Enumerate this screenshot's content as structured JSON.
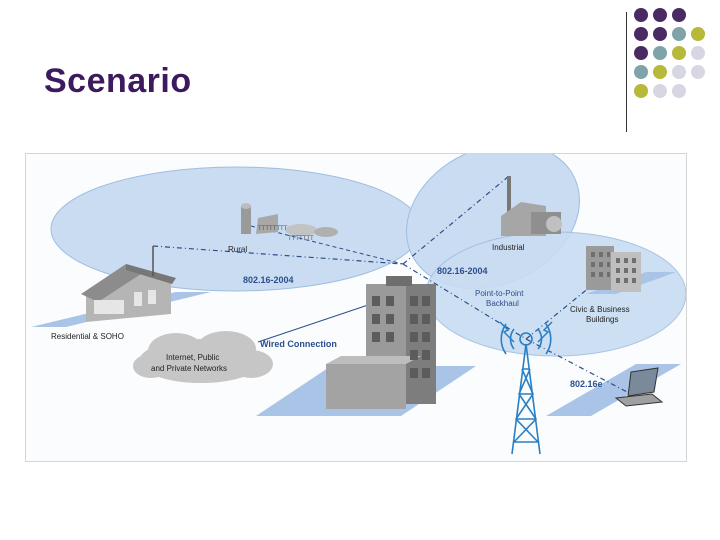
{
  "slide": {
    "title": "Scenario"
  },
  "decor": {
    "dot_colors": {
      "purple": "#4a2a63",
      "teal": "#7fa3a8",
      "olive": "#b7b93a",
      "light": "#d7d7e3"
    },
    "dot_rows": [
      [
        "purple",
        "purple",
        "purple",
        ""
      ],
      [
        "purple",
        "purple",
        "teal",
        "olive"
      ],
      [
        "purple",
        "teal",
        "olive",
        "light"
      ],
      [
        "teal",
        "olive",
        "light",
        "light"
      ],
      [
        "olive",
        "light",
        "light",
        ""
      ]
    ]
  },
  "diagram": {
    "labels": {
      "rural": "Rural",
      "industrial": "Industrial",
      "std_rural": "802.16-2004",
      "std_industrial": "802.16-2004",
      "backhaul_line1": "Point-to-Point",
      "backhaul_line2": "Backhaul",
      "civic_line1": "Civic & Business",
      "civic_line2": "Buildings",
      "residential": "Residential & SOHO",
      "wired": "Wired Connection",
      "internet_line1": "Internet, Public",
      "internet_line2": "and Private Networks",
      "std_mobile": "802.16e"
    },
    "colors": {
      "ellipse": "#c7daf0",
      "platform": "#a9c4e6",
      "link": "#2c4f8c",
      "tower": "#2a7fc4",
      "building": "#8e8e8e"
    }
  }
}
